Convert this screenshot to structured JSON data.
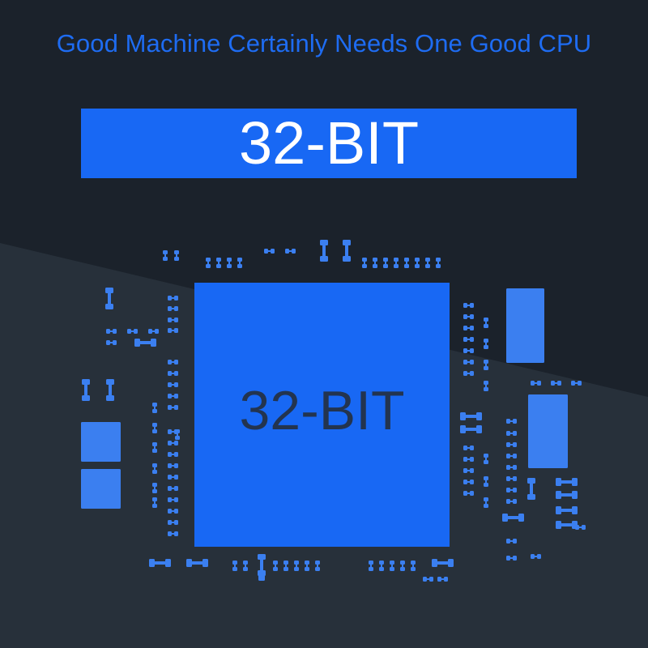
{
  "headline": "Good Machine Certainly Needs One Good CPU",
  "banner": {
    "label": "32-BIT"
  },
  "chip": {
    "label": "32-BIT"
  },
  "colors": {
    "background_dark": "#1b222b",
    "background_light": "#27303a",
    "accent_blue": "#1e6cf2",
    "banner_fill": "#1868f4",
    "chip_fill": "#1868f4",
    "component_fill": "#3b7ff0",
    "chip_label_color": "#23344f"
  }
}
